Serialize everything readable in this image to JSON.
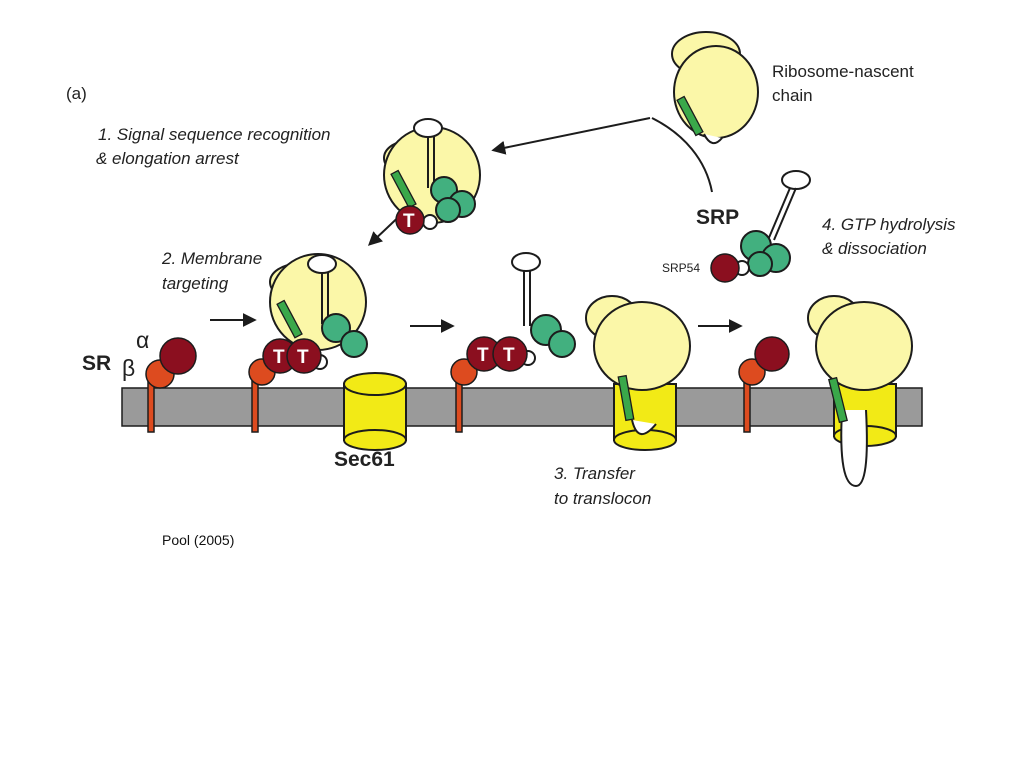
{
  "panel_label": "(a)",
  "labels": {
    "ribosome": [
      "Ribosome-nascent",
      "chain"
    ],
    "step1": [
      "1. Signal sequence recognition",
      "& elongation arrest"
    ],
    "step2": [
      "2. Membrane",
      "targeting"
    ],
    "step3": [
      "3. Transfer",
      "to translocon"
    ],
    "step4": [
      "4. GTP hydrolysis",
      "& dissociation"
    ],
    "srp": "SRP",
    "srp54": "SRP54",
    "sr": "SR",
    "alpha": "α",
    "beta": "β",
    "sec61": "Sec61",
    "gtp_marker": "T"
  },
  "caption": "Pool (2005)",
  "colors": {
    "ribosome": "#fbf7a8",
    "srp": "#42b07f",
    "sr_alpha": "#8b0f1f",
    "sr_beta": "#dd4b1f",
    "sec61": "#f2ea16",
    "membrane": "#9a9a9a"
  }
}
